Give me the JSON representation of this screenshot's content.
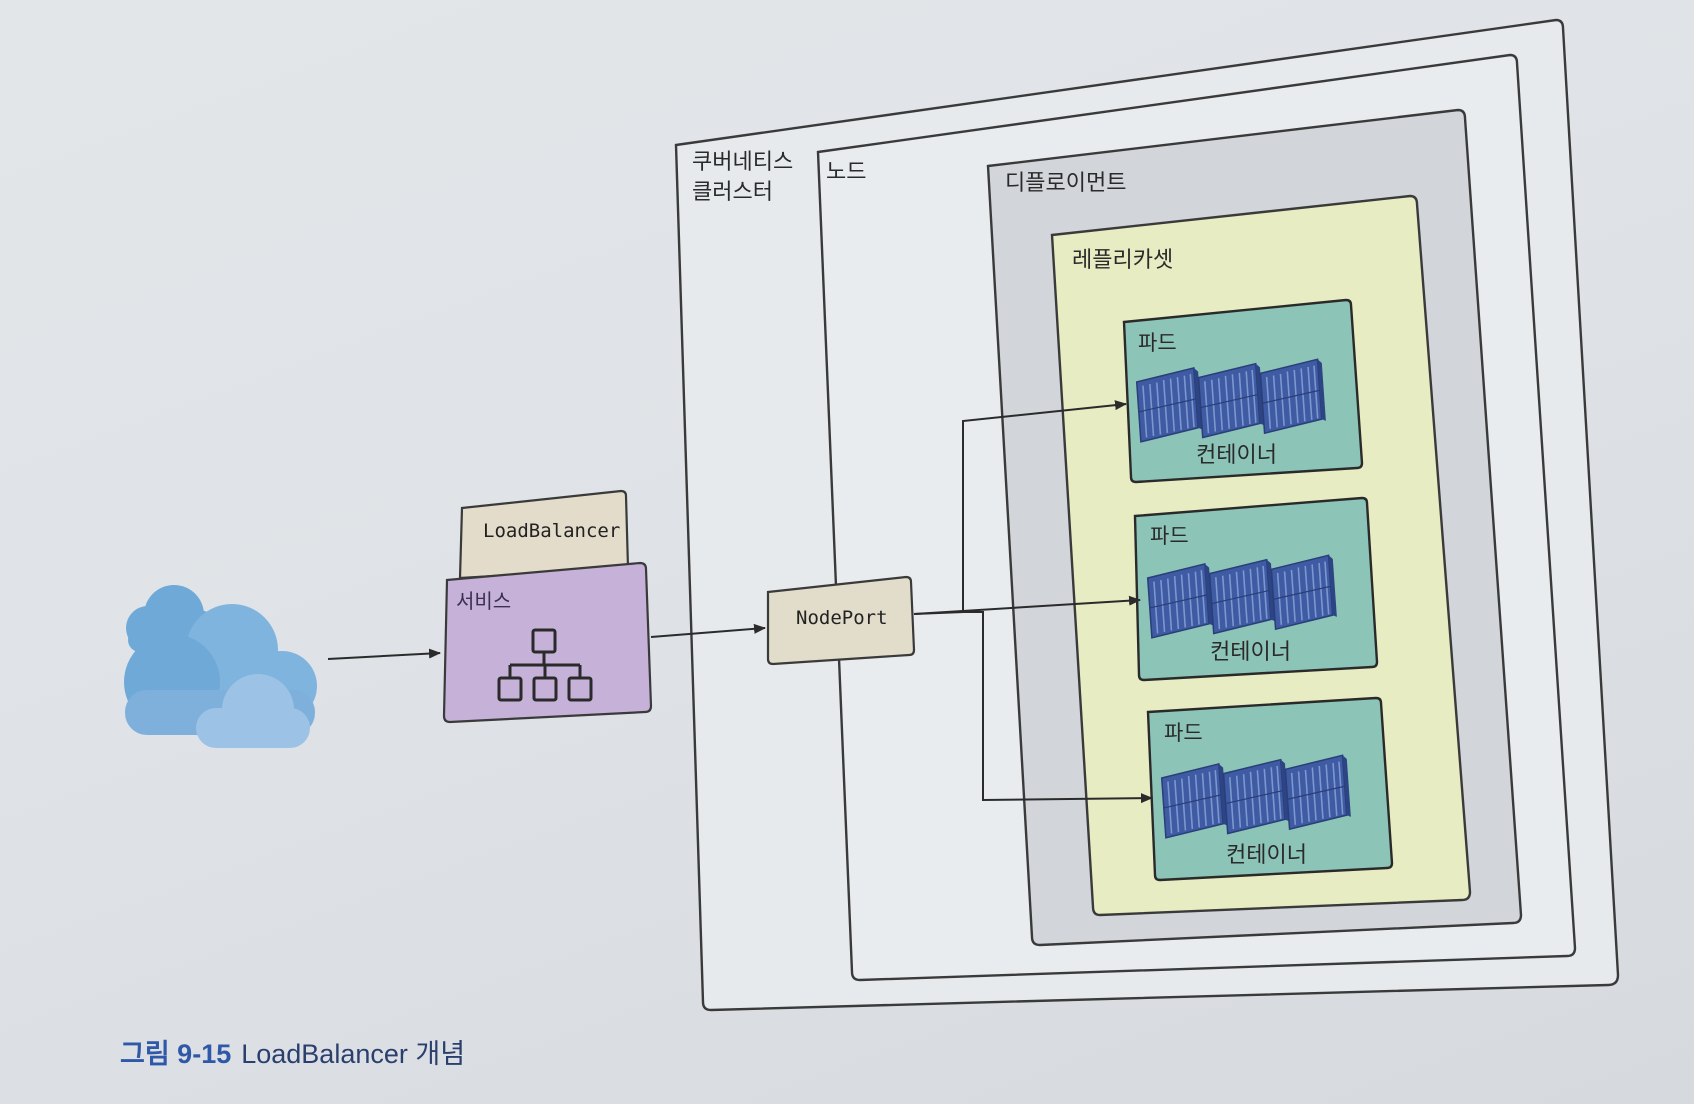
{
  "labels": {
    "cluster_line1": "쿠버네티스",
    "cluster_line2": "클러스터",
    "node": "노드",
    "deployment": "디플로이먼트",
    "replicaset": "레플리카셋",
    "loadbalancer": "LoadBalancer",
    "service": "서비스",
    "nodeport": "NodePort"
  },
  "pods": [
    {
      "label": "파드",
      "container_label": "컨테이너"
    },
    {
      "label": "파드",
      "container_label": "컨테이너"
    },
    {
      "label": "파드",
      "container_label": "컨테이너"
    }
  ],
  "caption": {
    "number": "그림 9-15",
    "text": "LoadBalancer 개념"
  },
  "icons": {
    "client": "cloud-icon",
    "service": "hierarchy-icon",
    "container": "shipping-container-icon"
  },
  "colors": {
    "service_fill": "#c6b2d9",
    "loadbalancer_fill": "#e4dccb",
    "nodeport_fill": "#e2dccb",
    "replicaset_fill": "#e9edc4",
    "pod_fill": "#8cc4b7",
    "container_blue": "#3d5aa0",
    "cloud": "#6fa9d8",
    "caption_number": "#2f58a8"
  }
}
